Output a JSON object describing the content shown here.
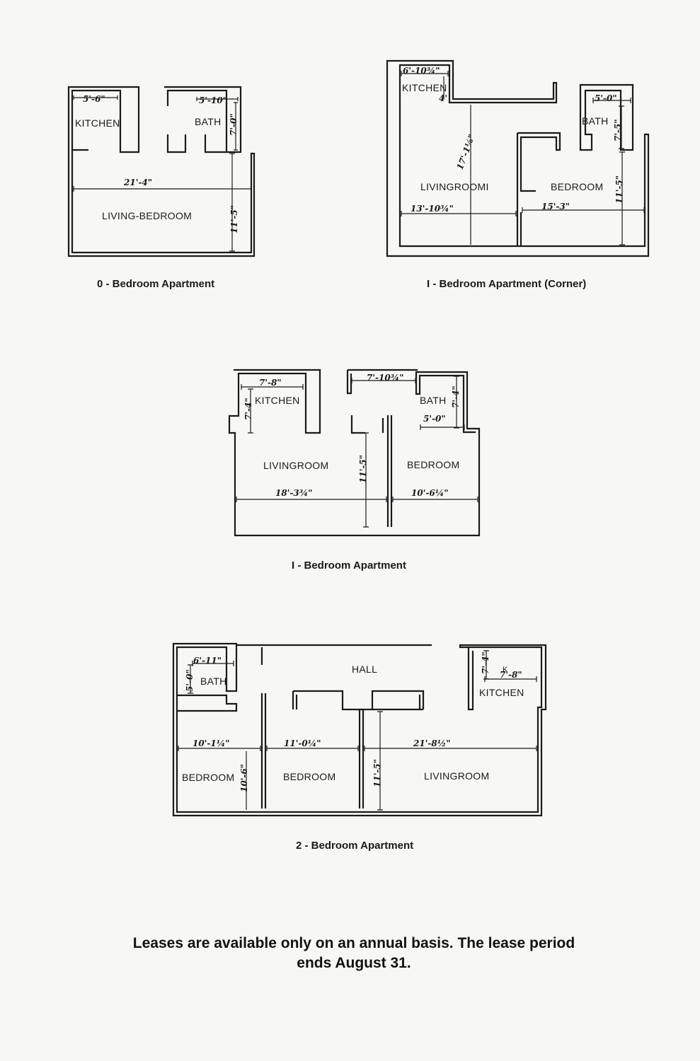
{
  "plans": {
    "studio": {
      "caption": "0 - Bedroom Apartment",
      "rooms": {
        "kitchen": "KITCHEN",
        "bath": "BATH",
        "living": "LIVING-BEDROOM"
      },
      "dims": {
        "kitchen_w": "5'-6\"",
        "bath_w": "5'-10\"",
        "bath_h": "7'-0\"",
        "living_w": "21'-4\"",
        "living_h": "11'-5\""
      }
    },
    "corner": {
      "caption": "I - Bedroom Apartment (Corner)",
      "rooms": {
        "kitchen": "KITCHEN",
        "bath": "BATH",
        "living": "LIVINGROOMI",
        "bedroom": "BEDROOM"
      },
      "dims": {
        "kitchen_w": "6'-10¾\"",
        "kitchen_h": "4'",
        "bath_w": "5'-0\"",
        "bath_h": "7'-5\"",
        "living_h": "17'-1⅛\"",
        "living_w": "13'-10¾\"",
        "bedroom_w": "15'-3\"",
        "bedroom_h": "11'-5\""
      }
    },
    "one_bed": {
      "caption": "I - Bedroom Apartment",
      "rooms": {
        "kitchen": "KITCHEN",
        "bath": "BATH",
        "living": "LIVINGROOM",
        "bedroom": "BEDROOM"
      },
      "dims": {
        "kitchen_w": "7'-8\"",
        "kitchen_h": "7'-4\"",
        "bath_top": "7'-10¾\"",
        "bath_h": "7'-4\"",
        "bath_w": "5'-0\"",
        "living_h": "11'-5\"",
        "living_w": "18'-3¾\"",
        "bedroom_w": "10'-6¼\""
      }
    },
    "two_bed": {
      "caption": "2 - Bedroom Apartment",
      "rooms": {
        "bath": "BATH",
        "hall": "HALL",
        "k": "K",
        "kitchen": "KITCHEN",
        "bedroom1": "BEDROOM",
        "bedroom2": "BEDROOM",
        "living": "LIVINGROOM"
      },
      "dims": {
        "bath_w": "6'-11\"",
        "bath_h": "5'-0\"",
        "kitchen_h": "7'-4\"",
        "kitchen_w": "7'-8\"",
        "bed1_w": "10'-1¼\"",
        "bed1_h": "10'-6\"",
        "bed2_w": "11'-0¼\"",
        "mid_h": "11'-5\"",
        "living_w": "21'-8½\""
      }
    }
  },
  "footer": {
    "line1": "Leases are available only on an annual basis.  The lease period",
    "line2": "ends August 31."
  }
}
